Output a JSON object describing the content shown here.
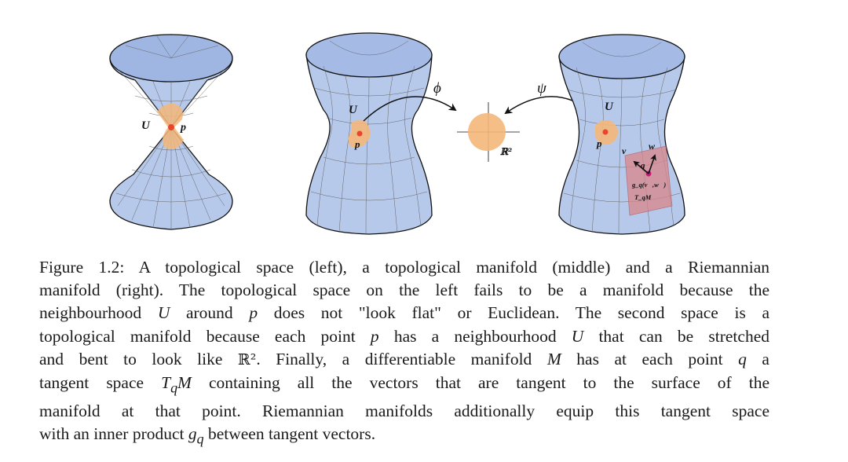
{
  "figure": {
    "left_label_U": "U",
    "left_label_p": "p",
    "mid_label_U": "U",
    "mid_label_p": "p",
    "map_phi": "ϕ",
    "map_psi": "ψ",
    "plane_label": "ℝ²",
    "right_label_U": "U",
    "right_label_p": "p",
    "vec_v": "v⃗",
    "vec_w": "w⃗",
    "point_q": "q",
    "metric_label": "g_q(v⃗,w⃗)",
    "tangent_label": "T_qM",
    "colors": {
      "surface": "#b7c9ea",
      "surface_dark": "#8ea6d6",
      "outline": "#111111",
      "patch": "#f5b77a",
      "point": "#e8452c",
      "tangent": "#d9868a",
      "tangent_point": "#d1147a"
    }
  },
  "caption": {
    "line1a": "Figure 1.2: A topological space (left), a topological manifold (middle) and a Riemannian",
    "line2a": "manifold (right). The topological space on the left fails to be a manifold because the",
    "line3a": "neighbourhood ",
    "line3_U": "U",
    "line3b": " around ",
    "line3_p": "p",
    "line3c": " does not \"look flat\" or Euclidean. The second space is a",
    "line4a": "topological manifold because each point ",
    "line4_p": "p",
    "line4b": " has a neighbourhood ",
    "line4_U": "U",
    "line4c": " that can be stretched",
    "line5a": "and bent to look like ",
    "line5_R": "ℝ²",
    "line5b": ". Finally, a differentiable manifold ",
    "line5_M": "M",
    "line5c": " has at each point ",
    "line5_q": "q",
    "line5d": " a",
    "line6a": "tangent space ",
    "line6_T": "T",
    "line6_q": "q",
    "line6_M": "M",
    "line6b": " containing all the vectors that are tangent to the surface of the",
    "line7a": "manifold at that point. Riemannian manifolds additionally equip this tangent space",
    "line8a": "with an inner product ",
    "line8_g": "g",
    "line8_q": "q",
    "line8b": " between tangent vectors."
  }
}
